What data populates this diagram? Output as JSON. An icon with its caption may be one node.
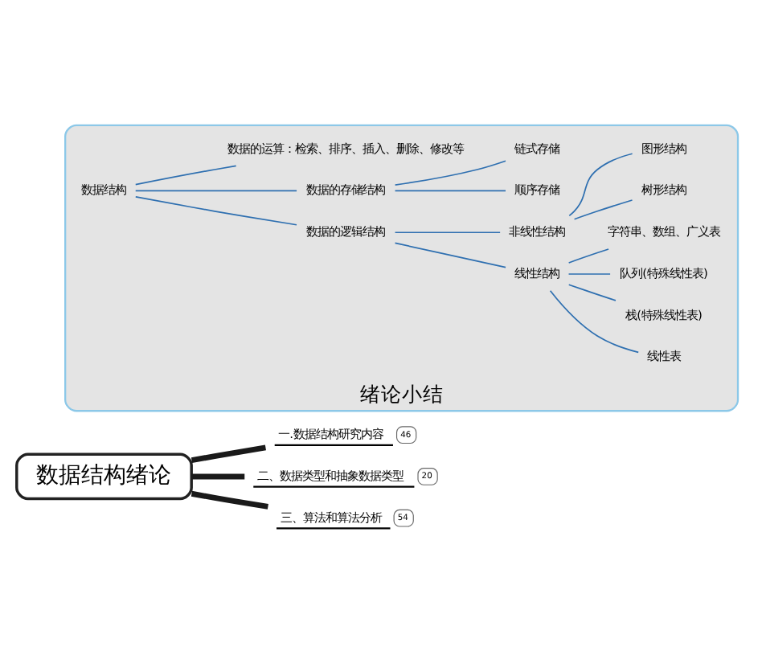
{
  "diagram": {
    "nodes": [
      {
        "text": [
          "数据结构绪论"
        ]
      },
      {
        "text": [
          "一.数据结构研究内容",
          "46"
        ]
      },
      {
        "text": [
          "二、数据类型和抽象数据类型",
          "20"
        ]
      },
      {
        "text": [
          "三、算法和算法分析",
          "54"
        ]
      },
      {
        "text": [
          "绪论小结"
        ]
      },
      {
        "text": [
          "数据结构"
        ],
        "in": 4
      },
      {
        "text": [
          "数据的逻辑结构"
        ],
        "in": 4
      },
      {
        "text": [
          "数据的存储结构"
        ],
        "in": 4
      },
      {
        "text": [
          "数据的运算：检索、排序、插入、删除、修改等"
        ],
        "in": 4
      },
      {
        "text": [
          "线性结构"
        ],
        "in": 4
      },
      {
        "text": [
          "非线性结构"
        ],
        "in": 4
      },
      {
        "text": [
          "线性表"
        ],
        "in": 4
      },
      {
        "text": [
          "栈(特殊线性表)"
        ],
        "in": 4
      },
      {
        "text": [
          "队列(特殊线性表)"
        ],
        "in": 4
      },
      {
        "text": [
          "字符串、数组、广义表"
        ],
        "in": 4
      },
      {
        "text": [
          "树形结构"
        ],
        "in": 4
      },
      {
        "text": [
          "图形结构"
        ],
        "in": 4
      },
      {
        "text": [
          "顺序存储"
        ],
        "in": 4
      },
      {
        "text": [
          "链式存储"
        ],
        "in": 4
      }
    ],
    "edges": [
      {
        "from": 0,
        "to": 1,
        "arrow": "none",
        "style": "thick",
        "color": "#1a1a1a"
      },
      {
        "from": 0,
        "to": 2,
        "arrow": "none",
        "style": "thick",
        "color": "#1a1a1a"
      },
      {
        "from": 0,
        "to": 3,
        "arrow": "none",
        "style": "thick",
        "color": "#1a1a1a"
      },
      {
        "from": 5,
        "to": 6,
        "arrow": "none",
        "color": "#2e6fb0"
      },
      {
        "from": 5,
        "to": 7,
        "arrow": "none",
        "color": "#2e6fb0"
      },
      {
        "from": 5,
        "to": 8,
        "arrow": "none",
        "color": "#2e6fb0"
      },
      {
        "from": 6,
        "to": 9,
        "arrow": "none",
        "color": "#2e6fb0"
      },
      {
        "from": 6,
        "to": 10,
        "arrow": "none",
        "color": "#2e6fb0"
      },
      {
        "from": 9,
        "to": 11,
        "arrow": "none",
        "color": "#2e6fb0"
      },
      {
        "from": 9,
        "to": 12,
        "arrow": "none",
        "color": "#2e6fb0"
      },
      {
        "from": 9,
        "to": 13,
        "arrow": "none",
        "color": "#2e6fb0"
      },
      {
        "from": 9,
        "to": 14,
        "arrow": "none",
        "color": "#2e6fb0"
      },
      {
        "from": 10,
        "to": 15,
        "arrow": "none",
        "color": "#2e6fb0"
      },
      {
        "from": 10,
        "to": 16,
        "arrow": "none",
        "color": "#2e6fb0"
      },
      {
        "from": 7,
        "to": 17,
        "arrow": "none",
        "color": "#2e6fb0"
      },
      {
        "from": 7,
        "to": 18,
        "arrow": "none",
        "color": "#2e6fb0"
      }
    ]
  }
}
